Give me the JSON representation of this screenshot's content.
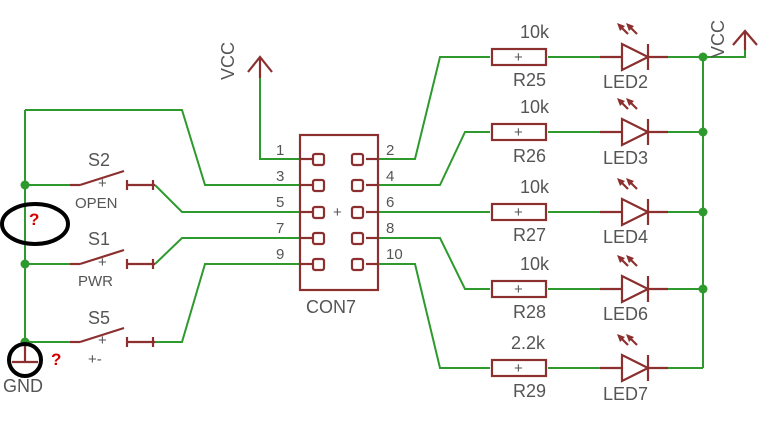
{
  "supply": {
    "vcc_left": "VCC",
    "vcc_right": "VCC",
    "gnd": "GND"
  },
  "switches": [
    {
      "ref": "S2",
      "value": "OPEN"
    },
    {
      "ref": "S1",
      "value": "PWR"
    },
    {
      "ref": "S5",
      "value": "+-"
    }
  ],
  "connector": {
    "ref": "CON7",
    "pins_left": [
      "1",
      "3",
      "5",
      "7",
      "9"
    ],
    "pins_right": [
      "2",
      "4",
      "6",
      "8",
      "10"
    ]
  },
  "resistors": [
    {
      "ref": "R25",
      "value": "10k"
    },
    {
      "ref": "R26",
      "value": "10k"
    },
    {
      "ref": "R27",
      "value": "10k"
    },
    {
      "ref": "R28",
      "value": "10k"
    },
    {
      "ref": "R29",
      "value": "2.2k"
    }
  ],
  "leds": [
    "LED2",
    "LED3",
    "LED4",
    "LED6",
    "LED7"
  ],
  "annotations": {
    "question_upper": "?",
    "question_lower": "?"
  },
  "colors": {
    "wire": "#2e9a2e",
    "part": "#8b2f2f",
    "text": "#555555",
    "marker": "#000000",
    "question": "#d40000"
  }
}
